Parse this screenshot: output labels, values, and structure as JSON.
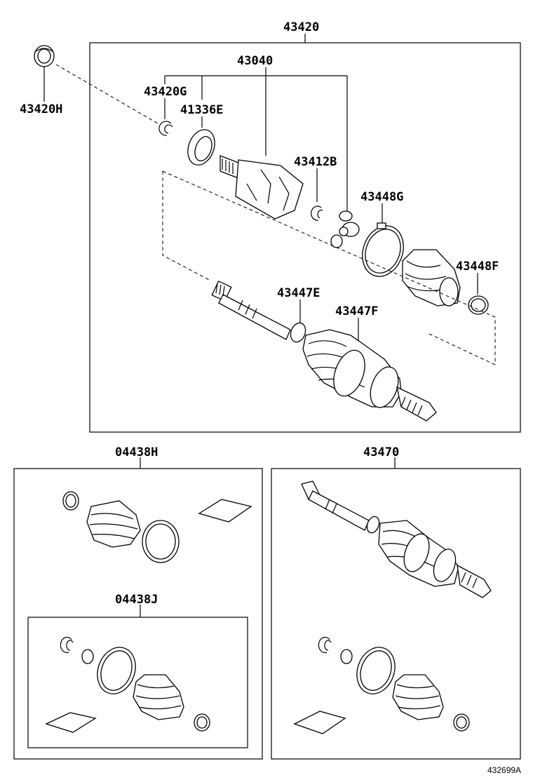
{
  "labels": {
    "assy_main": "43420",
    "assy_43040": "43040",
    "p_43420H": "43420H",
    "p_43420G": "43420G",
    "p_41336E": "41336E",
    "p_43412B": "43412B",
    "p_43448G": "43448G",
    "p_43448F": "43448F",
    "p_43447E": "43447E",
    "p_43447F": "43447F",
    "kit_04438H": "04438H",
    "kit_04438J": "04438J",
    "assy_43470": "43470"
  },
  "diagram_code": "432699A"
}
